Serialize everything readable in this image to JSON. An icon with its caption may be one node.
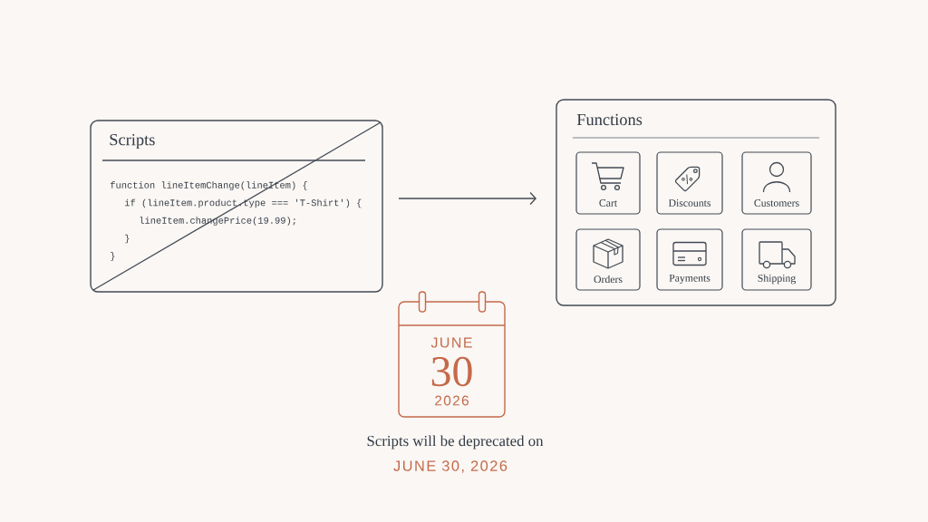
{
  "diagram": {
    "nodes": [
      {
        "text": [
          "Scripts",
          "function lineItemChange(lineItem) {",
          "if (lineItem.product.type === 'T-Shirt') {",
          "lineItem.changePrice(19.99);",
          "}",
          "}"
        ]
      },
      {
        "text": [
          "Functions"
        ]
      },
      {
        "text": [
          "Cart"
        ],
        "in": 1
      },
      {
        "text": [
          "Discounts"
        ],
        "in": 1
      },
      {
        "text": [
          "Customers"
        ],
        "in": 1
      },
      {
        "text": [
          "Orders"
        ],
        "in": 1
      },
      {
        "text": [
          "Payments"
        ],
        "in": 1
      },
      {
        "text": [
          "Shipping"
        ],
        "in": 1
      },
      {
        "text": [
          "JUNE",
          "30",
          "2026"
        ]
      }
    ],
    "edges": [
      {
        "from": 0,
        "to": 1,
        "arrow": "to"
      }
    ],
    "labels": [
      "Scripts will be deprecated on",
      "JUNE 30, 2026"
    ]
  }
}
